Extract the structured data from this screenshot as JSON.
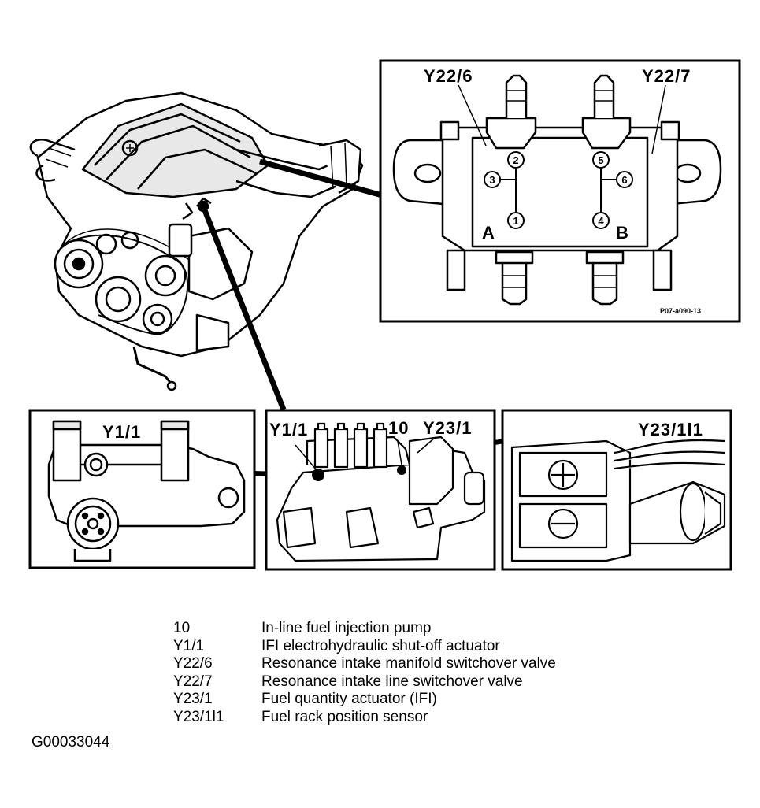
{
  "diagram": {
    "callouts": {
      "y22_6": "Y22/6",
      "y22_7": "Y22/7",
      "port_a": "A",
      "port_b": "B",
      "pins": [
        "1",
        "2",
        "3",
        "4",
        "5",
        "6"
      ],
      "valve_code": "P07-a090-13",
      "y1_1_left": "Y1/1",
      "y1_1_pump": "Y1/1",
      "pump_10": "10",
      "y23_1": "Y23/1",
      "y23_1l1": "Y23/1l1"
    }
  },
  "legend": [
    {
      "code": "10",
      "desc": "In-line fuel injection pump"
    },
    {
      "code": "Y1/1",
      "desc": "IFI electrohydraulic shut-off actuator"
    },
    {
      "code": "Y22/6",
      "desc": "Resonance intake manifold switchover valve"
    },
    {
      "code": "Y22/7",
      "desc": "Resonance intake line switchover valve"
    },
    {
      "code": "Y23/1",
      "desc": "Fuel quantity actuator (IFI)"
    },
    {
      "code": "Y23/1l1",
      "desc": "Fuel rack position sensor"
    }
  ],
  "figure_id": "G00033044"
}
